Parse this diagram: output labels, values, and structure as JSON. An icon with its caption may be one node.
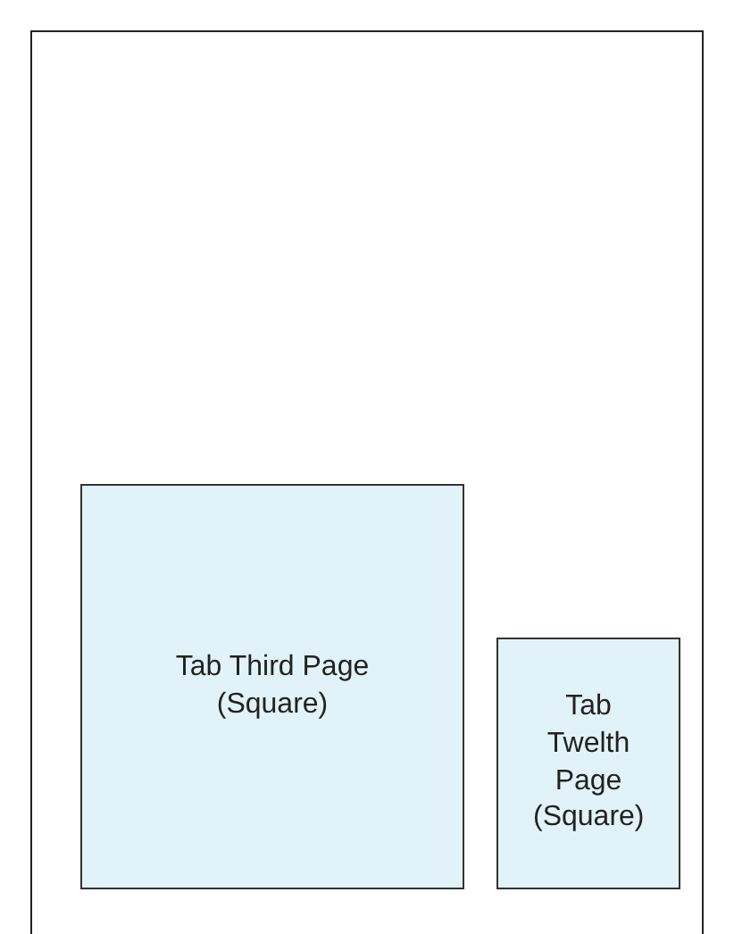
{
  "diagram": {
    "nodes": [
      {
        "text": [],
        "shape": "box"
      },
      {
        "text": [
          "Tab Third Page (Square)"
        ],
        "in": 0
      },
      {
        "text": [
          "Tab Twelth Page (Square)"
        ],
        "in": 0
      }
    ]
  }
}
